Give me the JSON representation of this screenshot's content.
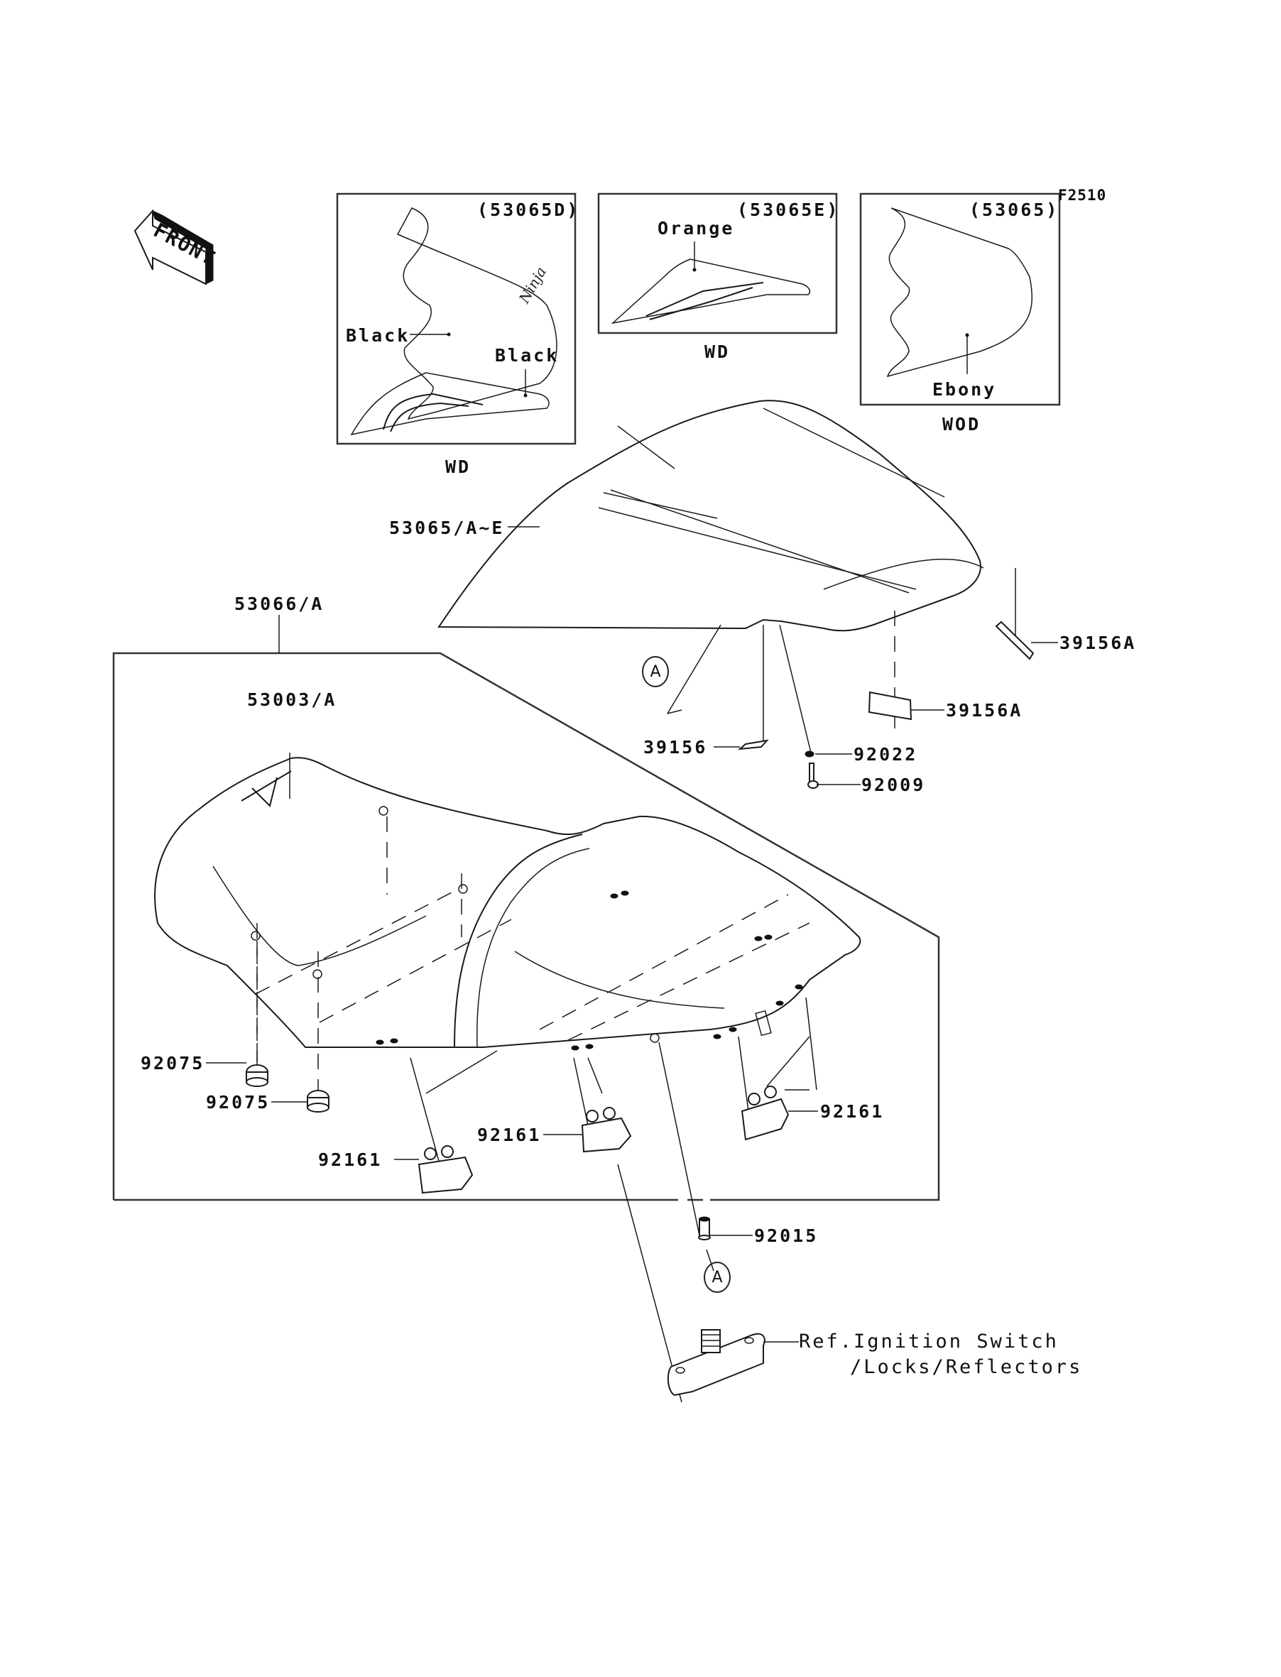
{
  "diagram": {
    "figure_code": "F2510",
    "direction_indicator": "FRONT",
    "variant_boxes": [
      {
        "part_ref": "(53065D)",
        "callouts": [
          "Black",
          "Black"
        ],
        "caption": "WD"
      },
      {
        "part_ref": "(53065E)",
        "callouts": [
          "Orange"
        ],
        "caption": "WD"
      },
      {
        "part_ref": "(53065)",
        "callouts": [
          "Ebony"
        ],
        "caption": "WOD"
      }
    ],
    "parts": {
      "seat_cover": "53065/A~E",
      "seat_assembly": "53066/A",
      "seat_base": "53003/A",
      "band_right_top": "39156A",
      "band_right_mid": "39156A",
      "band_left": "39156",
      "washer": "92022",
      "bolt": "92009",
      "damper_1": "92075",
      "damper_2": "92075",
      "clip_left": "92161",
      "clip_middle": "92161",
      "clip_right": "92161",
      "collar": "92015"
    },
    "reference_marker": "A",
    "reference_note_line1": "Ref.Ignition Switch",
    "reference_note_line2": "/Locks/Reflectors"
  }
}
